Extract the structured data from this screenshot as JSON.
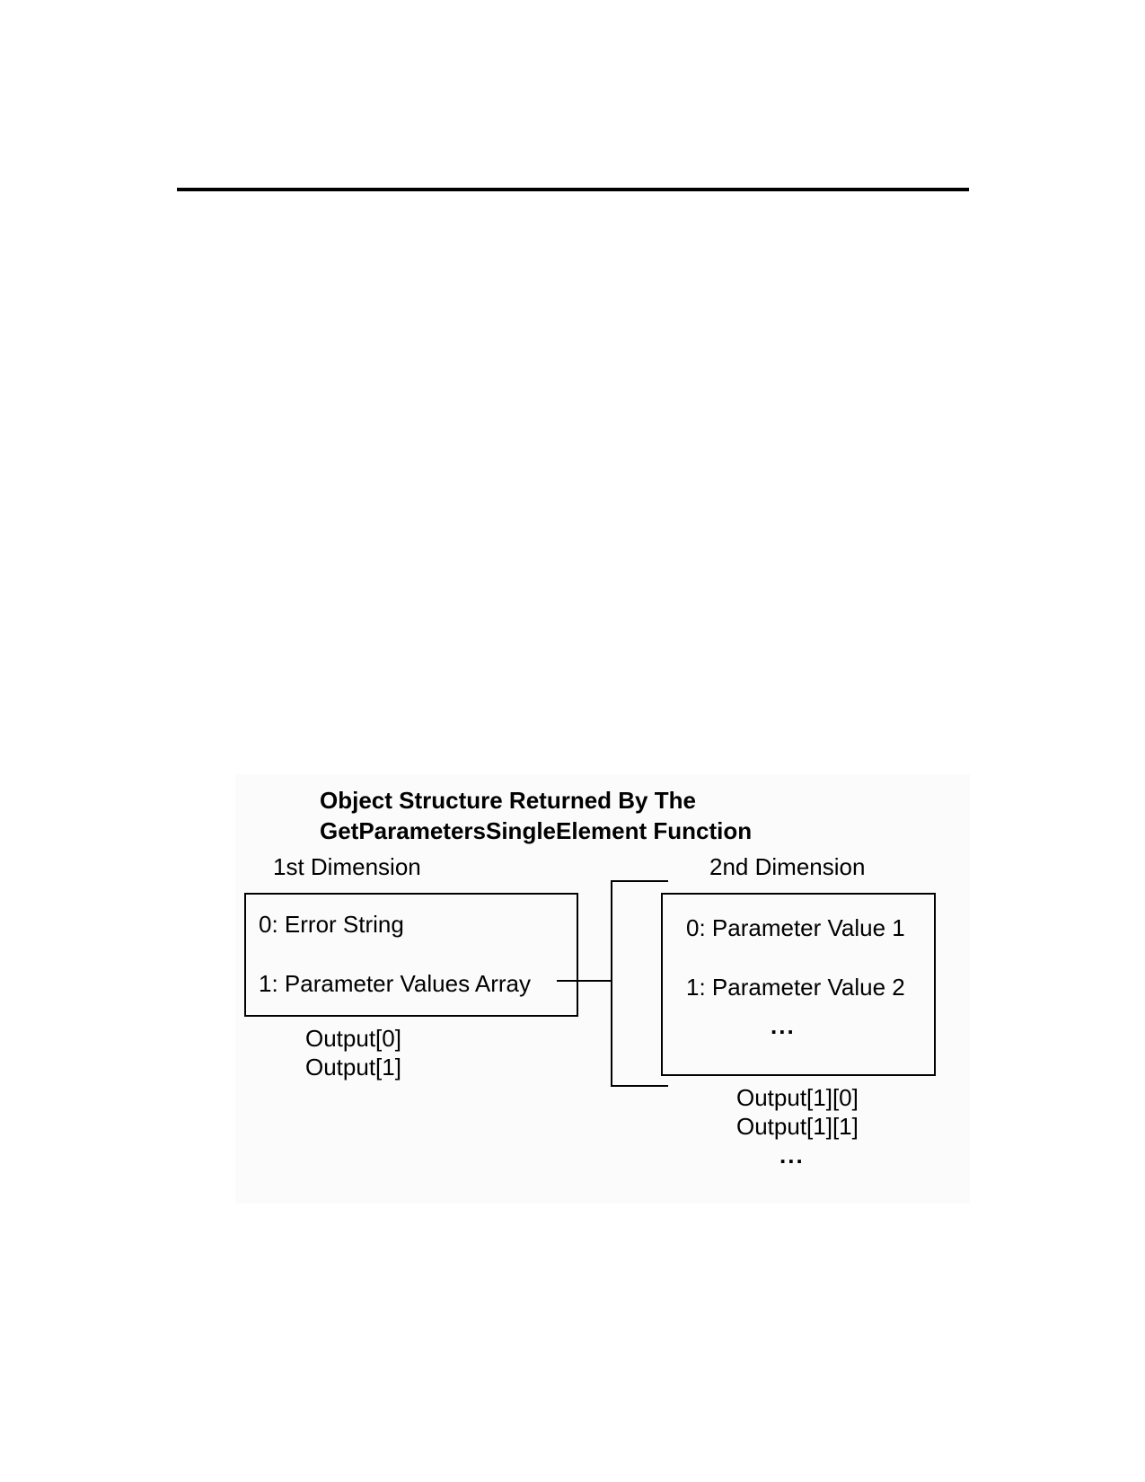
{
  "figure": {
    "title_line1": "Object Structure Returned By The",
    "title_line2": "GetParametersSingleElement Function",
    "first_dimension": {
      "label": "1st Dimension",
      "items": [
        "0: Error String",
        "1: Parameter Values Array"
      ],
      "refs": [
        "Output[0]",
        "Output[1]"
      ]
    },
    "second_dimension": {
      "label": "2nd Dimension",
      "items": [
        "0: Parameter Value 1",
        "1: Parameter Value 2"
      ],
      "ellipsis": "...",
      "refs": [
        "Output[1][0]",
        "Output[1][1]"
      ],
      "refs_ellipsis": "..."
    }
  }
}
